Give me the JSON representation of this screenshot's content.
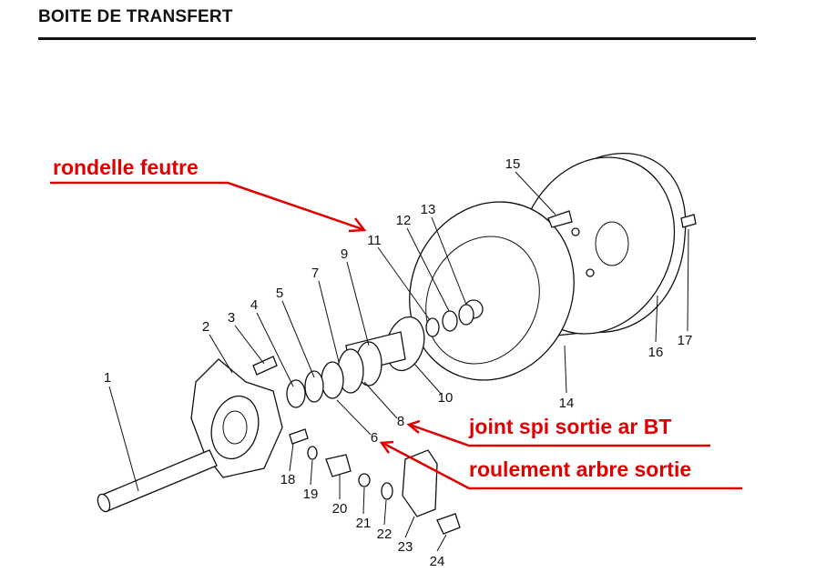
{
  "title": "BOITE DE TRANSFERT",
  "part_numbers": [
    "1",
    "2",
    "3",
    "4",
    "5",
    "6",
    "7",
    "8",
    "9",
    "10",
    "11",
    "12",
    "13",
    "14",
    "15",
    "16",
    "17",
    "18",
    "19",
    "20",
    "21",
    "22",
    "23",
    "24"
  ],
  "annotations": {
    "felt_washer": "rondelle feutre",
    "oil_seal": "joint spi sortie ar BT",
    "bearing": "roulement arbre sortie"
  },
  "colors": {
    "annotation": "#e00000",
    "line": "#111111"
  }
}
